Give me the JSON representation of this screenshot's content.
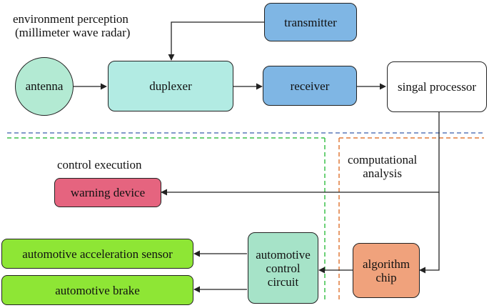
{
  "sections": {
    "perception_title_line1": "environment perception",
    "perception_title_line2": "(millimeter wave radar)",
    "control_title": "control execution",
    "analysis_title_line1": "computational",
    "analysis_title_line2": "analysis"
  },
  "nodes": {
    "antenna": "antenna",
    "duplexer": "duplexer",
    "transmitter": "transmitter",
    "receiver": "receiver",
    "signal_processor": "singal processor",
    "warning_device": "warning device",
    "algorithm_chip_line1": "algorithm",
    "algorithm_chip_line2": "chip",
    "control_circuit_line1": "automotive",
    "control_circuit_line2": "control",
    "control_circuit_line3": "circuit",
    "acceleration_sensor": "automotive acceleration sensor",
    "brake": "automotive brake"
  },
  "colors": {
    "antenna": "#b3ead3",
    "duplexer": "#b2ebe3",
    "transmitter": "#7fb6e4",
    "receiver": "#7fb6e4",
    "signal_processor": "#ffffff",
    "warning_device": "#e5647f",
    "algorithm_chip": "#f0a27c",
    "control_circuit": "#a6e3c8",
    "actuator": "#8ee635",
    "divider_blue": "#5a79b8",
    "divider_green": "#3cc04a",
    "divider_orange": "#e07a3a"
  }
}
